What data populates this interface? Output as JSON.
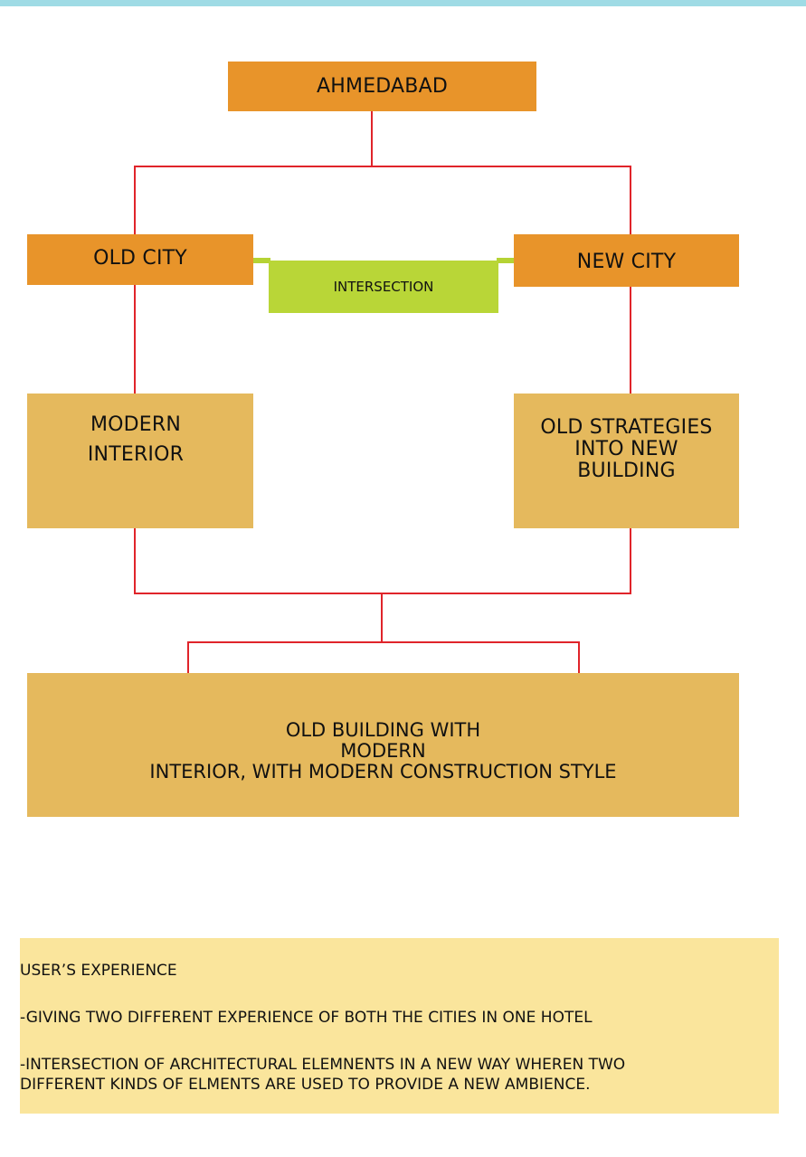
{
  "diagram": {
    "root": "AHMEDABAD",
    "left_branch": "OLD CITY",
    "right_branch": "NEW CITY",
    "middle": "INTERSECTION",
    "left_child": "MODERN\nINTERIOR",
    "right_child": "OLD STRATEGIES\nINTO NEW\nBUILDING",
    "result": "OLD BUILDING WITH\nMODERN\nINTERIOR, WITH MODERN CONSTRUCTION STYLE"
  },
  "colors": {
    "connector": "#e0242a",
    "dark_box": "#e8942a",
    "light_box": "#e5b95d",
    "intersection_box": "#b9d637",
    "note_background": "#fae59c",
    "top_bar": "#9fdbe5"
  },
  "notes": {
    "heading": "USER’S EXPERIENCE",
    "point1": "-GIVING TWO DIFFERENT EXPERIENCE OF BOTH THE CITIES IN ONE HOTEL",
    "point2": "-INTERSECTION OF ARCHITECTURAL ELEMNENTS IN A NEW WAY WHEREN TWO\nDIFFERENT KINDS OF ELMENTS ARE USED TO PROVIDE A NEW AMBIENCE."
  }
}
